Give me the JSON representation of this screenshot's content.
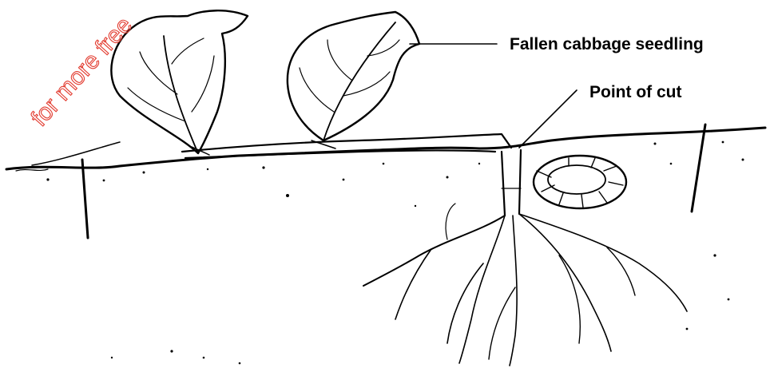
{
  "labels": {
    "seedling": "Fallen cabbage seedling",
    "cut": "Point of cut"
  },
  "watermark": {
    "text": "for more free",
    "color": "#e23a2e"
  },
  "colors": {
    "ink": "#000000",
    "background": "#ffffff"
  }
}
